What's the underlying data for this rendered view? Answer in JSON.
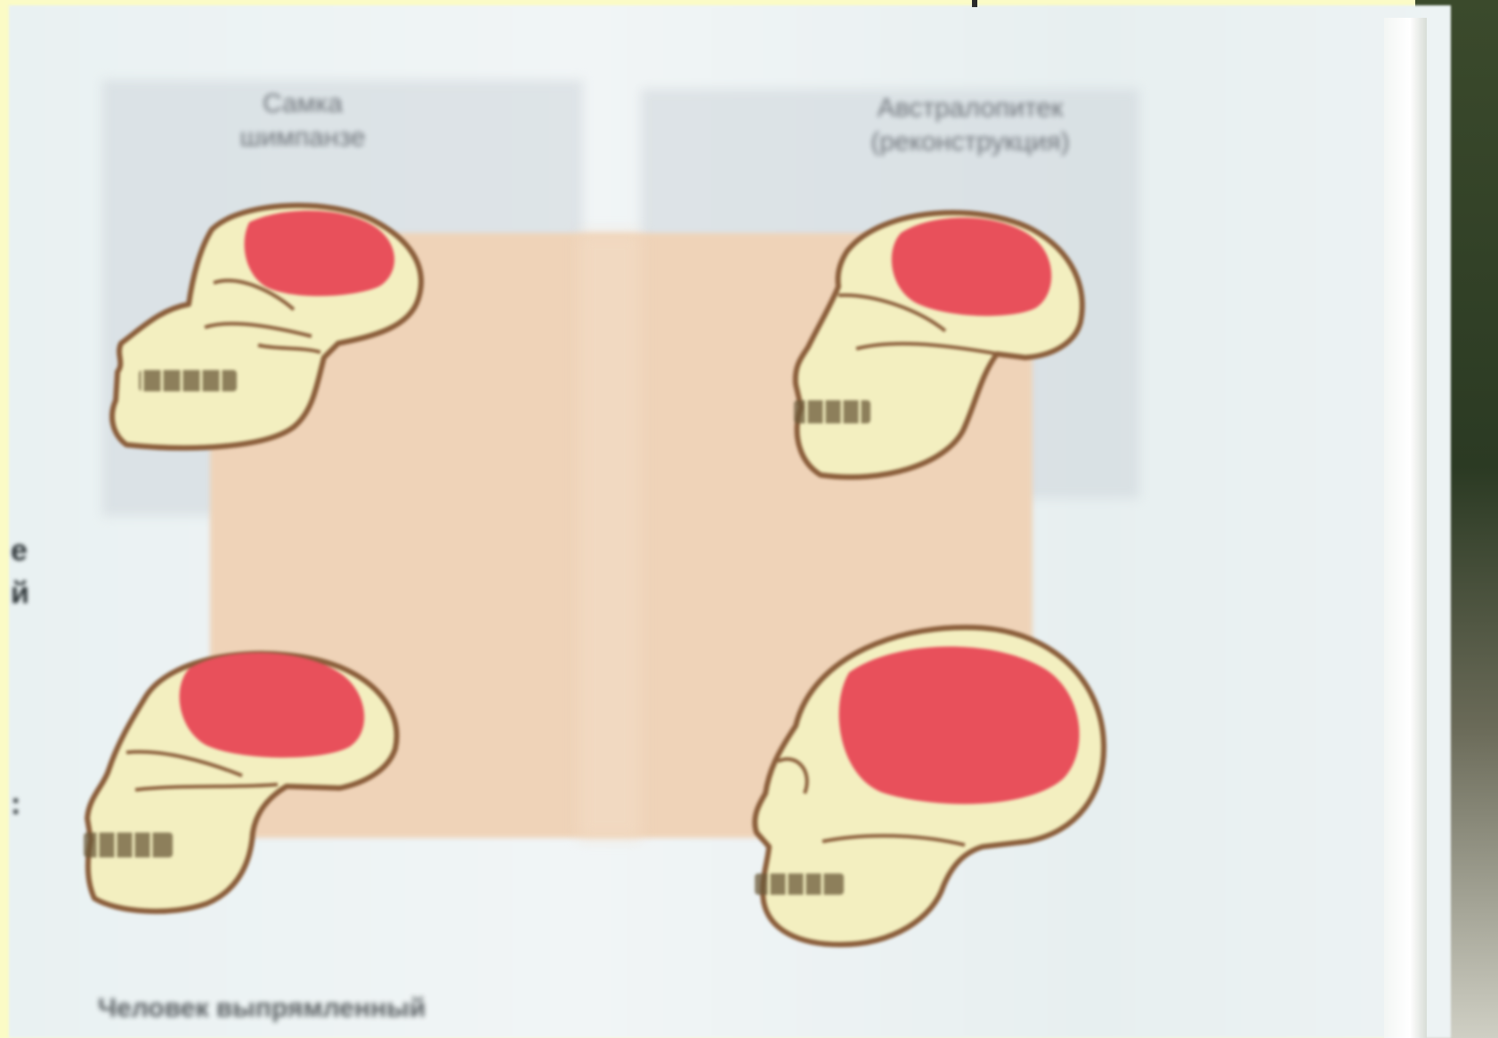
{
  "photo": {
    "subject": "",
    "palette": {
      "paper": "#eef3f4",
      "beige": "#efd3b8",
      "bone": "#f4f0c2",
      "bone_outline": "#8a5d3a",
      "brain": "#e8505b",
      "border": "#fbfbc6"
    }
  },
  "captions": {
    "top_left": "Самка\nшимпанзе",
    "top_right": "Австралопитек\n(реконструкция)",
    "bottom_left": "Человек выпрямленный"
  },
  "skulls": [
    {
      "id": "chimpanzee",
      "icon": "ape-skull-icon"
    },
    {
      "id": "australopithecus",
      "icon": "ape-skull-icon"
    },
    {
      "id": "homo-erectus",
      "icon": "hominid-skull-icon"
    },
    {
      "id": "homo-sapiens",
      "icon": "human-skull-icon"
    }
  ]
}
